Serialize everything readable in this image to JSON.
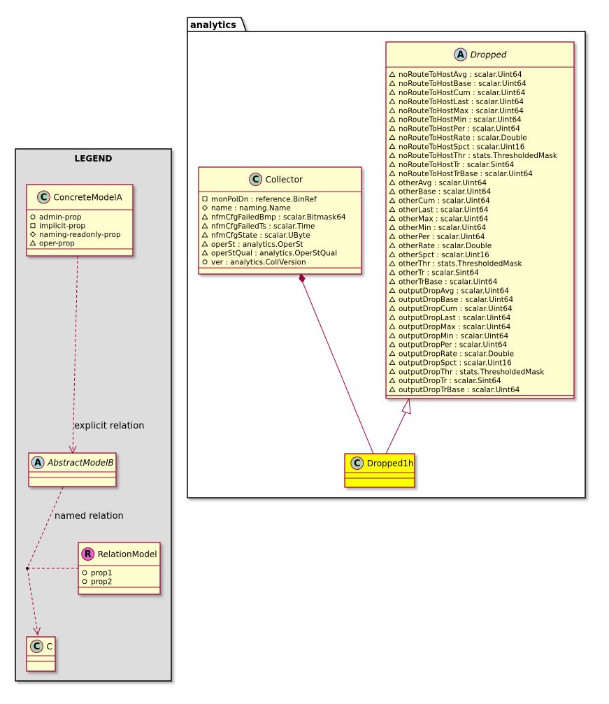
{
  "package": {
    "name": "analytics"
  },
  "legend": {
    "title": "LEGEND",
    "concrete": {
      "stereotype_letter": "C",
      "name": "ConcreteModelA",
      "members": [
        {
          "vis": "public",
          "text": "admin-prop"
        },
        {
          "vis": "private",
          "text": "implicit-prop"
        },
        {
          "vis": "protected",
          "text": "naming-readonly-prop"
        },
        {
          "vis": "package",
          "text": "oper-prop"
        }
      ]
    },
    "abstract": {
      "stereotype_letter": "A",
      "name": "AbstractModelB"
    },
    "relation_model": {
      "stereotype_letter": "R",
      "name": "RelationModel",
      "members": [
        {
          "vis": "public",
          "text": "prop1"
        },
        {
          "vis": "public",
          "text": "prop2"
        }
      ]
    },
    "c_class": {
      "stereotype_letter": "C",
      "name": "C"
    },
    "explicit_label": "explicit relation",
    "named_label": "named relation"
  },
  "collector": {
    "stereotype_letter": "C",
    "name": "Collector",
    "members": [
      {
        "vis": "private",
        "text": "monPolDn : reference.BinRef"
      },
      {
        "vis": "protected",
        "text": "name : naming.Name"
      },
      {
        "vis": "package",
        "text": "nfmCfgFailedBmp : scalar.Bitmask64"
      },
      {
        "vis": "package",
        "text": "nfmCfgFailedTs : scalar.Time"
      },
      {
        "vis": "package",
        "text": "nfmCfgState : scalar.UByte"
      },
      {
        "vis": "package",
        "text": "operSt : analytics.OperSt"
      },
      {
        "vis": "package",
        "text": "operStQual : analytics.OperStQual"
      },
      {
        "vis": "public",
        "text": "ver : analytics.CollVersion"
      }
    ]
  },
  "dropped": {
    "stereotype_letter": "A",
    "name": "Dropped",
    "members": [
      {
        "vis": "package",
        "text": "noRouteToHostAvg : scalar.Uint64"
      },
      {
        "vis": "package",
        "text": "noRouteToHostBase : scalar.Uint64"
      },
      {
        "vis": "package",
        "text": "noRouteToHostCum : scalar.Uint64"
      },
      {
        "vis": "package",
        "text": "noRouteToHostLast : scalar.Uint64"
      },
      {
        "vis": "package",
        "text": "noRouteToHostMax : scalar.Uint64"
      },
      {
        "vis": "package",
        "text": "noRouteToHostMin : scalar.Uint64"
      },
      {
        "vis": "package",
        "text": "noRouteToHostPer : scalar.Uint64"
      },
      {
        "vis": "package",
        "text": "noRouteToHostRate : scalar.Double"
      },
      {
        "vis": "package",
        "text": "noRouteToHostSpct : scalar.Uint16"
      },
      {
        "vis": "package",
        "text": "noRouteToHostThr : stats.ThresholdedMask"
      },
      {
        "vis": "package",
        "text": "noRouteToHostTr : scalar.Sint64"
      },
      {
        "vis": "package",
        "text": "noRouteToHostTrBase : scalar.Uint64"
      },
      {
        "vis": "package",
        "text": "otherAvg : scalar.Uint64"
      },
      {
        "vis": "package",
        "text": "otherBase : scalar.Uint64"
      },
      {
        "vis": "package",
        "text": "otherCum : scalar.Uint64"
      },
      {
        "vis": "package",
        "text": "otherLast : scalar.Uint64"
      },
      {
        "vis": "package",
        "text": "otherMax : scalar.Uint64"
      },
      {
        "vis": "package",
        "text": "otherMin : scalar.Uint64"
      },
      {
        "vis": "package",
        "text": "otherPer : scalar.Uint64"
      },
      {
        "vis": "package",
        "text": "otherRate : scalar.Double"
      },
      {
        "vis": "package",
        "text": "otherSpct : scalar.Uint16"
      },
      {
        "vis": "package",
        "text": "otherThr : stats.ThresholdedMask"
      },
      {
        "vis": "package",
        "text": "otherTr : scalar.Sint64"
      },
      {
        "vis": "package",
        "text": "otherTrBase : scalar.Uint64"
      },
      {
        "vis": "package",
        "text": "outputDropAvg : scalar.Uint64"
      },
      {
        "vis": "package",
        "text": "outputDropBase : scalar.Uint64"
      },
      {
        "vis": "package",
        "text": "outputDropCum : scalar.Uint64"
      },
      {
        "vis": "package",
        "text": "outputDropLast : scalar.Uint64"
      },
      {
        "vis": "package",
        "text": "outputDropMax : scalar.Uint64"
      },
      {
        "vis": "package",
        "text": "outputDropMin : scalar.Uint64"
      },
      {
        "vis": "package",
        "text": "outputDropPer : scalar.Uint64"
      },
      {
        "vis": "package",
        "text": "outputDropRate : scalar.Double"
      },
      {
        "vis": "package",
        "text": "outputDropSpct : scalar.Uint16"
      },
      {
        "vis": "package",
        "text": "outputDropThr : stats.ThresholdedMask"
      },
      {
        "vis": "package",
        "text": "outputDropTr : scalar.Sint64"
      },
      {
        "vis": "package",
        "text": "outputDropTrBase : scalar.Uint64"
      }
    ]
  },
  "dropped1h": {
    "stereotype_letter": "C",
    "name": "Dropped1h"
  },
  "colors": {
    "class_fill": "#FEFECE",
    "class_border": "#A80036",
    "highlight_fill": "#FFFF00",
    "legend_fill": "#DDDDDD",
    "circle_class": "#ADD1B2",
    "circle_abstract": "#A9DCDF",
    "circle_relation": "#DD66CC"
  }
}
